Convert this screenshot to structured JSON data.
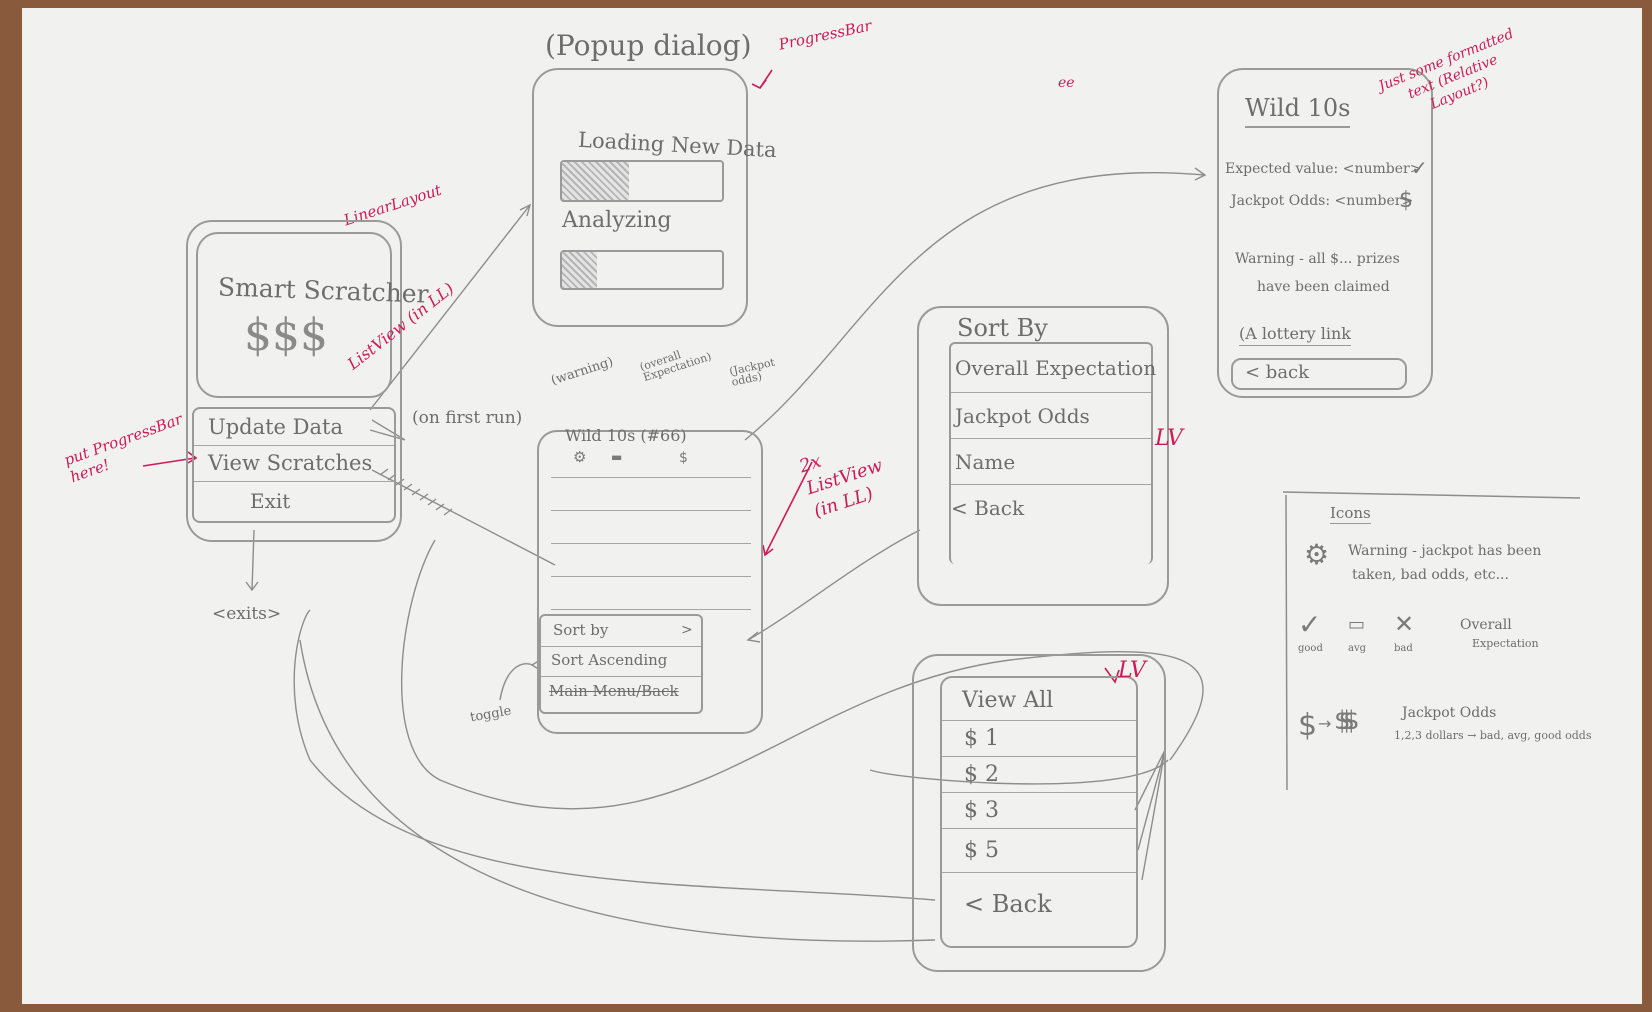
{
  "popup": {
    "title": "(Popup dialog)",
    "row1": "Loading New Data",
    "row2": "Analyzing",
    "progress1": 0.42,
    "progress2": 0.22
  },
  "notes": {
    "progress_bar": "ProgressBar",
    "linear_layout": "LinearLayout",
    "listview_in_ll": "ListView (in LL)",
    "put_progressbar_here": "put ProgressBar here!",
    "two_listview": "2x ListView (in LL)",
    "lv1": "LV",
    "lv2": "LV",
    "just_some_formatted_text": "Just some formatted text (Relative Layout?)",
    "squiggle": "ee"
  },
  "main": {
    "title": "Smart Scratcher",
    "logo": "$$$",
    "items": [
      "Update Data",
      "View Scratches",
      "Exit"
    ],
    "on_first_run": "(on first run)",
    "exits": "<exits>"
  },
  "list": {
    "annot_warning": "(warning)",
    "annot_overall": "(overall Expectation)",
    "annot_jackpot": "(Jackpot odds)",
    "header": "Wild 10s (#66)",
    "sort_items": [
      "Sort by",
      "Sort Ascending",
      "Main Menu/Back"
    ],
    "toggle": "toggle"
  },
  "sortby": {
    "title": "Sort By",
    "items": [
      "Overall Expectation",
      "Jackpot Odds",
      "Name",
      "< Back"
    ]
  },
  "detail": {
    "title": "Wild 10s",
    "line1": "Expected value: <number>",
    "line2": "Jackpot Odds: <number>",
    "warning_l1": "Warning - all $... prizes",
    "warning_l2": "have been claimed",
    "link": "(A lottery link",
    "back": "< back"
  },
  "filter": {
    "items": [
      "View All",
      "$ 1",
      "$ 2",
      "$ 3",
      "$ 5",
      "< Back"
    ]
  },
  "icons": {
    "title": "Icons",
    "warning_l1": "Warning - jackpot has been",
    "warning_l2": "taken, bad odds, etc...",
    "good": "good",
    "avg": "avg",
    "bad": "bad",
    "overall_l1": "Overall",
    "overall_l2": "Expectation",
    "jackpot_l1": "Jackpot Odds",
    "jackpot_l2": "1,2,3 dollars → bad, avg, good odds"
  }
}
